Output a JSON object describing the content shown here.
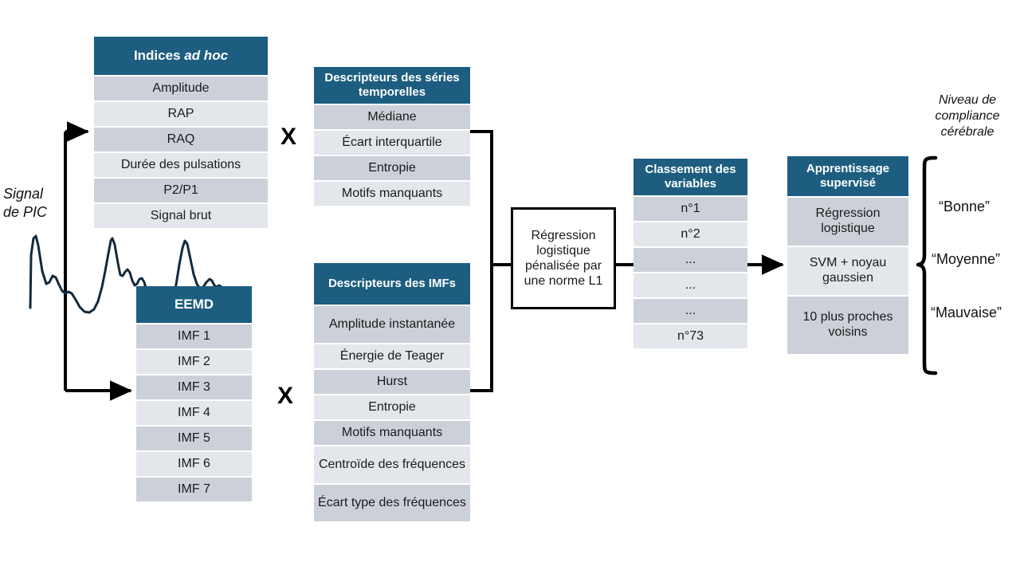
{
  "diagram": {
    "signal_label": "Signal\nde PIC",
    "signal_label_line1": "Signal",
    "signal_label_line2": "de PIC",
    "multiply_symbol": "X",
    "signal_color": "#13293D",
    "header_color": "#1D5E80",
    "row_dark_color": "#CCD1D9",
    "row_light_color": "#E3E7EB",
    "connector_color": "#000000"
  },
  "indices_ad_hoc": {
    "header_part1": "Indices ",
    "header_em": "ad hoc",
    "header_full": "Indices ad hoc",
    "rows": [
      "Amplitude",
      "RAP",
      "RAQ",
      "Durée des pulsations",
      "P2/P1",
      "Signal brut"
    ]
  },
  "time_series_descriptors": {
    "header": "Descripteurs des séries temporelles",
    "rows": [
      "Médiane",
      "Écart interquartile",
      "Entropie",
      "Motifs manquants"
    ]
  },
  "eemd": {
    "header": "EEMD",
    "rows": [
      "IMF 1",
      "IMF 2",
      "IMF 3",
      "IMF 4",
      "IMF 5",
      "IMF 6",
      "IMF 7"
    ]
  },
  "imf_descriptors": {
    "header": "Descripteurs des IMFs",
    "rows": [
      "Amplitude instantanée",
      "Énergie de Teager",
      "Hurst",
      "Entropie",
      "Motifs manquants",
      "Centroïde des fréquences",
      "Écart type des fréquences"
    ]
  },
  "regression_box": {
    "text": "Régression logistique pénalisée par une norme L1"
  },
  "variable_ranking": {
    "header": "Classement des variables",
    "rows": [
      "n°1",
      "n°2",
      "...",
      "...",
      "...",
      "n°73"
    ]
  },
  "supervised_learning": {
    "header": "Apprentissage supervisé",
    "rows": [
      "Régression logistique",
      "SVM + noyau gaussien",
      "10 plus proches voisins"
    ]
  },
  "outcome": {
    "title": "Niveau de compliance cérébrale",
    "classes": [
      "“Bonne”",
      "“Moyenne”",
      "“Mauvaise”"
    ]
  }
}
